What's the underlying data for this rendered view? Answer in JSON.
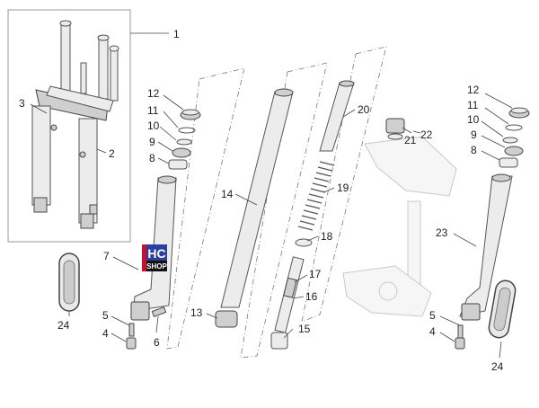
{
  "labels": {
    "p1": "1",
    "p2": "2",
    "p3": "3",
    "p4a": "4",
    "p4b": "4",
    "p5a": "5",
    "p5b": "5",
    "p6": "6",
    "p7": "7",
    "p8a": "8",
    "p8b": "8",
    "p9a": "9",
    "p9b": "9",
    "p10a": "10",
    "p10b": "10",
    "p11a": "11",
    "p11b": "11",
    "p12a": "12",
    "p12b": "12",
    "p13": "13",
    "p14": "14",
    "p15": "15",
    "p16": "16",
    "p17": "17",
    "p18": "18",
    "p19": "19",
    "p20": "20",
    "p21": "21",
    "p22": "22",
    "p23": "23",
    "p24a": "24",
    "p24b": "24"
  },
  "logo": {
    "line1": "HC",
    "line2": "SHOP"
  },
  "colors": {
    "logo_blue": "#2b3f9e",
    "logo_red": "#c8102e",
    "logo_black": "#111111"
  }
}
